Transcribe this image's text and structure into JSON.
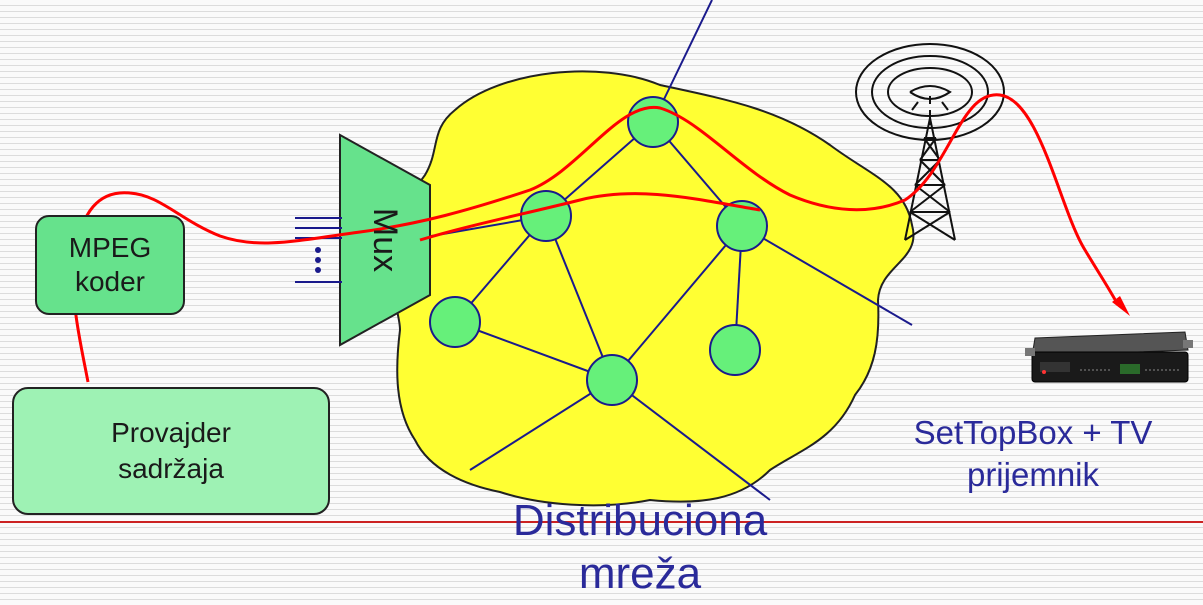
{
  "labels": {
    "mpeg_line1": "MPEG",
    "mpeg_line2": "koder",
    "provider_line1": "Provajder",
    "provider_line2": "sadržaja",
    "mux": "Mux",
    "network_line1": "Distribuciona",
    "network_line2": "mreža",
    "stb_line1": "SetTopBox + TV",
    "stb_line2": "prijemnik"
  },
  "colors": {
    "background": "#fafafa",
    "stripe": "#dcdcdc",
    "network_cloud": "#ffff33",
    "node": "#66f07a",
    "link": "#1a1a8c",
    "signal_path": "#ff0000",
    "divider": "#cc2222",
    "text": "#2a2a9a"
  }
}
